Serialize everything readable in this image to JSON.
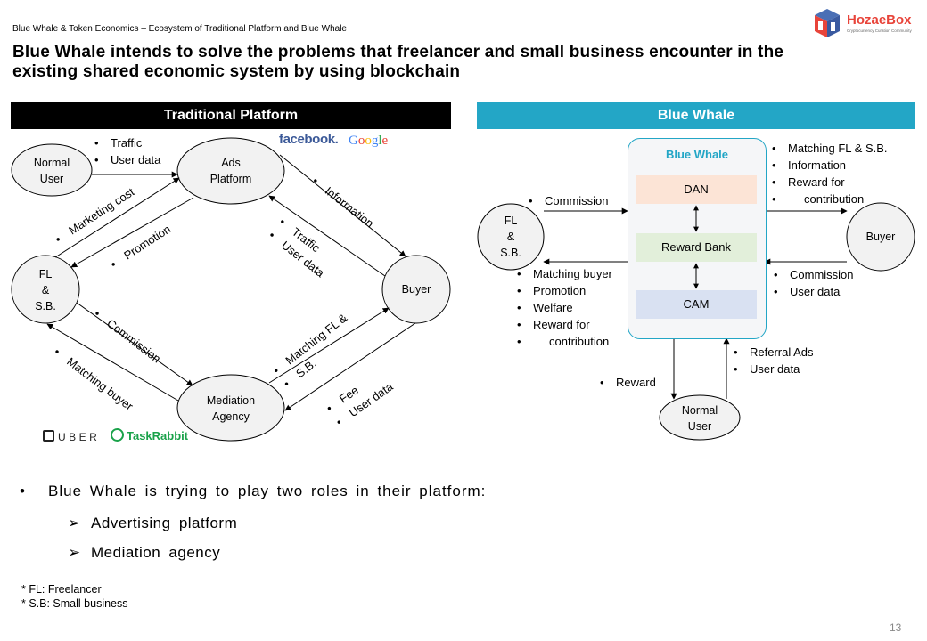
{
  "breadcrumb": "Blue Whale & Token Economics – Ecosystem of Traditional Platform and Blue Whale",
  "title_line1": "Blue Whale intends to solve the problems that freelancer and small business encounter in the",
  "title_line2": "existing shared economic system by using blockchain",
  "logo": {
    "name": "HozaeBox",
    "tagline": "Cryptocurrency Curation Community"
  },
  "traditional": {
    "header": "Traditional Platform",
    "nodes": {
      "normal_user": [
        "Normal",
        "User"
      ],
      "ads_platform": [
        "Ads",
        "Platform"
      ],
      "fl_sb": [
        "FL",
        "&",
        "S.B."
      ],
      "buyer": [
        "Buyer"
      ],
      "mediation": [
        "Mediation",
        "Agency"
      ]
    },
    "labels": {
      "traffic": "Traffic",
      "user_data": "User data",
      "marketing_cost": "Marketing cost",
      "promotion": "Promotion",
      "information": "Information",
      "traffic2": "Traffic",
      "user_data2": "User data",
      "commission": "Commission",
      "matching_buyer": "Matching buyer",
      "matching_fl_1": "Matching FL &",
      "matching_fl_2": "S.B.",
      "fee": "Fee",
      "user_data3": "User data"
    },
    "brands": {
      "facebook": "facebook.",
      "google": "Google",
      "uber": "UBER",
      "taskrabbit": "TaskRabbit"
    }
  },
  "bluewhale": {
    "header": "Blue Whale",
    "panel_title": "Blue Whale",
    "boxes": {
      "dan": "DAN",
      "reward_bank": "Reward Bank",
      "cam": "CAM"
    },
    "nodes": {
      "fl_sb": [
        "FL",
        "&",
        "S.B."
      ],
      "buyer": [
        "Buyer"
      ],
      "normal_user": [
        "Normal",
        "User"
      ]
    },
    "labels": {
      "commission": "Commission",
      "fl_out": [
        "Matching buyer",
        "Promotion",
        "Welfare",
        "Reward for",
        "contribution"
      ],
      "buyer_out": [
        "Matching FL & S.B.",
        "Information",
        "Reward for",
        "contribution"
      ],
      "buyer_in": [
        "Commission",
        "User data"
      ],
      "user_in": [
        "Referral Ads",
        "User data"
      ],
      "reward": "Reward"
    },
    "colors": {
      "accent": "#23a6c6",
      "dan": "#fce4d6",
      "reward_bank": "#e2efda",
      "cam": "#d9e1f2"
    }
  },
  "bullets": {
    "main": "Blue Whale is trying to play two roles in their platform:",
    "sub1": "Advertising platform",
    "sub2": "Mediation agency",
    "arrow_glyph": "➢"
  },
  "footnotes": [
    "* FL: Freelancer",
    "* S.B: Small business"
  ],
  "page_number": "13"
}
